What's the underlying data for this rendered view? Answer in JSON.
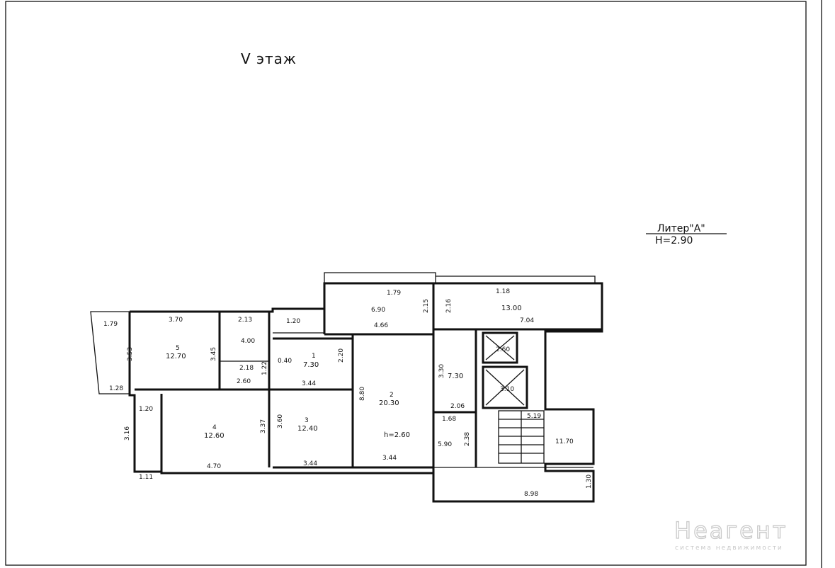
{
  "drawing": {
    "title": "V этаж",
    "litera": "Литер\"А\"",
    "height": "H=2.90",
    "watermark": "Неагент",
    "watermark_sub": "система недвижимости"
  },
  "rooms": {
    "r1_label": "1",
    "r1_area": "7.30",
    "r2_label": "2",
    "r2_area": "20.30",
    "r2_height": "h=2.60",
    "r3_label": "3",
    "r3_area": "12.40",
    "r4_label": "4",
    "r4_area": "12.60",
    "r5_label": "5",
    "r5_area": "12.70",
    "r6_area": "1.20",
    "r7_area": "4.00",
    "r275_area": "13.00",
    "r274_area": "6.90",
    "r272_area": "7.30",
    "r271_area": "5.90",
    "r270_area": "11.70",
    "lift1_area": "2.60",
    "lift2_area": "3.10"
  },
  "dims": {
    "d_179": "1.79",
    "d_370": "3.70",
    "d_213": "2.13",
    "d_353": "3.53",
    "d_345": "3.45",
    "d_128": "1.28",
    "d_260": "2.60",
    "d_218": "2.18",
    "d_122": "1.22",
    "d_040": "0.40",
    "d_344a": "3.44",
    "d_220": "2.20",
    "d_880": "8.80",
    "d_466": "4.66",
    "d_215": "2.15",
    "d_179b": "1.79",
    "d_216": "2.16",
    "d_118": "1.18",
    "d_704": "7.04",
    "d_330": "3.30",
    "d_206": "2.06",
    "d_360": "3.60",
    "d_337": "3.37",
    "d_470": "4.70",
    "d_344b": "3.44",
    "d_344c": "3.44",
    "d_120": "1.20",
    "d_316": "3.16",
    "d_111": "1.11",
    "d_168": "1.68",
    "d_238": "2.38",
    "d_519": "5.19",
    "d_898": "8.98",
    "d_130": "1.30"
  }
}
